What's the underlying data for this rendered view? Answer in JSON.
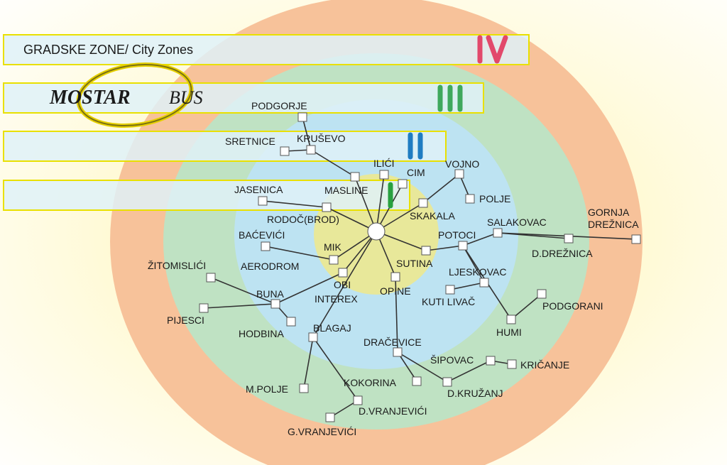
{
  "heading": "GRADSKE ZONE/ City Zones",
  "logo": {
    "text_left": "MOSTAR",
    "text_right": "BUS"
  },
  "colors": {
    "zone_I": "#e8e89a",
    "zone_II": "#bde3f2",
    "zone_III": "#bfe2c3",
    "zone_IV": "#f7c29a",
    "roman_IV": "#e2496b",
    "roman_III": "#3fa85c",
    "roman_II": "#1f7cc2",
    "roman_I": "#29a03f",
    "bar_border": "#e9e000"
  },
  "zones": [
    {
      "name": "zone-IV",
      "color_key": "zone_IV"
    },
    {
      "name": "zone-III",
      "color_key": "zone_III"
    },
    {
      "name": "zone-II",
      "color_key": "zone_II"
    },
    {
      "name": "zone-I",
      "color_key": "zone_I"
    }
  ],
  "zone_markers": [
    {
      "name": "zone-marker-IV",
      "text": "IV"
    },
    {
      "name": "zone-marker-III",
      "text": "III"
    },
    {
      "name": "zone-marker-II",
      "text": "II"
    },
    {
      "name": "zone-marker-I",
      "text": "I"
    }
  ],
  "stops": [
    {
      "id": "podgorje",
      "label": "PODGORJE"
    },
    {
      "id": "sretnice",
      "label": "SRETNICE"
    },
    {
      "id": "kruskevo",
      "label": "KRUŠEVO"
    },
    {
      "id": "ilici",
      "label": "ILIĆI"
    },
    {
      "id": "cim",
      "label": "CIM"
    },
    {
      "id": "vojno",
      "label": "VOJNO"
    },
    {
      "id": "polje",
      "label": "POLJE"
    },
    {
      "id": "jasenica",
      "label": "JASENICA"
    },
    {
      "id": "masline",
      "label": "MASLINE"
    },
    {
      "id": "rodoc",
      "label": "RODOČ(BROD)"
    },
    {
      "id": "skakala",
      "label": "SKAKALA"
    },
    {
      "id": "gornja",
      "label": "GORNJA\nDREŽNICA"
    },
    {
      "id": "salakovac",
      "label": "SALAKOVAC"
    },
    {
      "id": "potoci",
      "label": "POTOCI"
    },
    {
      "id": "dreznica",
      "label": "D.DREŽNICA"
    },
    {
      "id": "bacevici",
      "label": "BAĆEVIĆI"
    },
    {
      "id": "mik",
      "label": "MIK"
    },
    {
      "id": "sutina",
      "label": "SUTINA"
    },
    {
      "id": "zitomislici",
      "label": "ŽITOMISLIĆI"
    },
    {
      "id": "aerodrom",
      "label": "AERODROM"
    },
    {
      "id": "ljeskovac",
      "label": "LJESKOVAC"
    },
    {
      "id": "obi",
      "label": "OBI"
    },
    {
      "id": "opine",
      "label": "OPINE"
    },
    {
      "id": "buna",
      "label": "BUNA"
    },
    {
      "id": "interex",
      "label": "INTEREX"
    },
    {
      "id": "kuti",
      "label": "KUTI LIVAČ"
    },
    {
      "id": "podgorani",
      "label": "PODGORANI"
    },
    {
      "id": "pijesci",
      "label": "PIJESCI"
    },
    {
      "id": "hodbina",
      "label": "HODBINA"
    },
    {
      "id": "blagaj",
      "label": "BLAGAJ"
    },
    {
      "id": "humi",
      "label": "HUMI"
    },
    {
      "id": "dracevice",
      "label": "DRAČEVICE"
    },
    {
      "id": "sipovac",
      "label": "ŠIPOVAC"
    },
    {
      "id": "kricanje",
      "label": "KRIČANJE"
    },
    {
      "id": "kokorina",
      "label": "KOKORINA"
    },
    {
      "id": "mpolje",
      "label": "M.POLJE"
    },
    {
      "id": "dkruzanj",
      "label": "D.KRUŽANJ"
    },
    {
      "id": "dvranjevici",
      "label": "D.VRANJEVIĆI"
    },
    {
      "id": "gvranjevici",
      "label": "G.VRANJEVIĆI"
    }
  ],
  "connections": [
    [
      "hub",
      "masline"
    ],
    [
      "masline",
      "kruskevo"
    ],
    [
      "kruskevo",
      "podgorje"
    ],
    [
      "kruskevo",
      "sretnice"
    ],
    [
      "hub",
      "ilici"
    ],
    [
      "hub",
      "cim"
    ],
    [
      "hub",
      "skakala"
    ],
    [
      "skakala",
      "vojno"
    ],
    [
      "vojno",
      "polje"
    ],
    [
      "hub",
      "rodoc"
    ],
    [
      "rodoc",
      "jasenica"
    ],
    [
      "hub",
      "mik"
    ],
    [
      "mik",
      "bacevici"
    ],
    [
      "mik",
      "aerodrom"
    ],
    [
      "hub",
      "obi"
    ],
    [
      "obi",
      "buna"
    ],
    [
      "buna",
      "zitomislici"
    ],
    [
      "buna",
      "pijesci"
    ],
    [
      "buna",
      "hodbina"
    ],
    [
      "hub",
      "sutina"
    ],
    [
      "sutina",
      "potoci"
    ],
    [
      "potoci",
      "salakovac"
    ],
    [
      "salakovac",
      "gornja"
    ],
    [
      "salakovac",
      "dreznica"
    ],
    [
      "potoci",
      "ljeskovac"
    ],
    [
      "ljeskovac",
      "kuti"
    ],
    [
      "potoci",
      "humi"
    ],
    [
      "humi",
      "podgorani"
    ],
    [
      "hub",
      "opine"
    ],
    [
      "opine",
      "dracevice"
    ],
    [
      "dracevice",
      "dkruzanj"
    ],
    [
      "dkruzanj",
      "sipovac"
    ],
    [
      "sipovac",
      "kricanje"
    ],
    [
      "dracevice",
      "kokorina"
    ],
    [
      "hub",
      "blagaj"
    ],
    [
      "blagaj",
      "mpolje"
    ],
    [
      "blagaj",
      "dvranjevici"
    ],
    [
      "dvranjevici",
      "gvranjevici"
    ]
  ]
}
